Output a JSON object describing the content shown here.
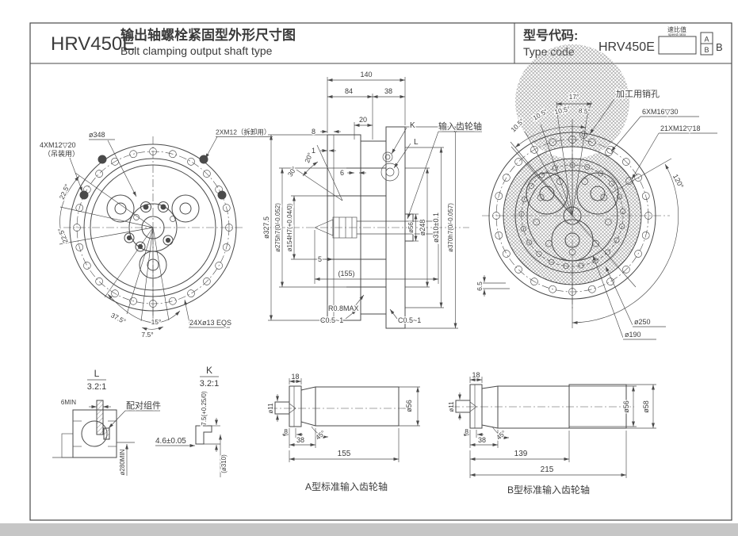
{
  "colors": {
    "line": "#4a4a4a",
    "text": "#3b3b3b",
    "bg": "#ffffff",
    "page_edge": "#c6c6c6"
  },
  "title_block": {
    "model": "HRV450E",
    "title_cn": "输出轴螺栓紧固型外形尺寸图",
    "title_en": "Bolt clamping output shaft type",
    "code_cn": "型号代码:",
    "code_en": "Type code",
    "code_model": "HRV450E",
    "ratio_cn": "速比值",
    "ratio_en": "speed ratio",
    "opt_a": "A",
    "opt_b": "B",
    "suffix": "B"
  },
  "front_view": {
    "d348": "ø348",
    "tap2": "2XM12（拆卸用）",
    "tap4a": "4XM12▽20",
    "tap4b": "（吊装用）",
    "a225a": "22.5°",
    "a225b": "22.5°",
    "a375": "37.5°",
    "a75": "7.5°",
    "a15": "15°",
    "holes24": "24Xø13 EQS"
  },
  "section": {
    "w140": "140",
    "w84": "84",
    "w38": "38",
    "w20": "20",
    "w8": "8",
    "w1": "1",
    "w6": "6",
    "w5": "5",
    "w155": "(155)",
    "a30": "30°",
    "a20": "20°",
    "k": "K",
    "l": "L",
    "input_shaft": "输入齿轮轴",
    "d3275": "ø327.5",
    "d275": "ø275h7(0/-0.052)",
    "d154": "ø154H7(+0.04/0)",
    "d56": "ø56",
    "d248": "ø248",
    "d310": "ø310±0.1",
    "d370": "ø370h7(0/-0.057)",
    "r08": "R0.8MAX",
    "c05a": "C0.5~1",
    "c05b": "C0.5~1"
  },
  "rear_view": {
    "a17": "17°",
    "a105a": "10.5°",
    "a105b": "10.5°",
    "a105c": "10.5°",
    "a85": "8.5°",
    "pin": "加工用销孔",
    "tap6": "6XM16▽30",
    "tap21": "21XM12▽18",
    "a120": "120°",
    "d250": "ø250",
    "d190": "ø190",
    "h65": "6.5"
  },
  "detail_l": {
    "name": "L",
    "scale": "3.2:1",
    "min6": "6MIN",
    "mate": "配对组件",
    "d280": "ø280MIN"
  },
  "detail_k": {
    "name": "K",
    "scale": "3.2:1",
    "h75": "7.5(+0.25/0)",
    "w46": "4.6±0.05",
    "d310": "(ø310)"
  },
  "shaft_a": {
    "w18": "18",
    "d11": "ø11",
    "w8": "8",
    "w38": "38",
    "a45": "45°",
    "w155": "155",
    "d56": "ø56",
    "caption": "A型标准输入齿轮轴"
  },
  "shaft_b": {
    "w18": "18",
    "d11": "ø11",
    "w8": "8",
    "w38": "38",
    "a45": "45°",
    "w139": "139",
    "w215": "215",
    "d56": "ø56",
    "d58": "ø58",
    "caption": "B型标准输入齿轮轴"
  }
}
